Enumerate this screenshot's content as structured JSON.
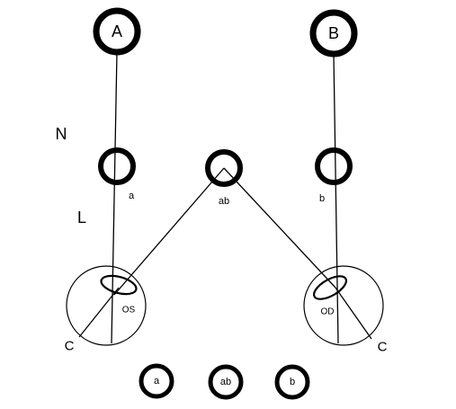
{
  "labels": {
    "A": "A",
    "B": "B",
    "N": "N",
    "L": "L",
    "a": "a",
    "ab": "ab",
    "b": "b",
    "OS": "OS",
    "OD": "OD",
    "C_left": "C",
    "C_right": "C"
  },
  "percepts": {
    "a": "a",
    "ab": "ab",
    "b": "b"
  }
}
